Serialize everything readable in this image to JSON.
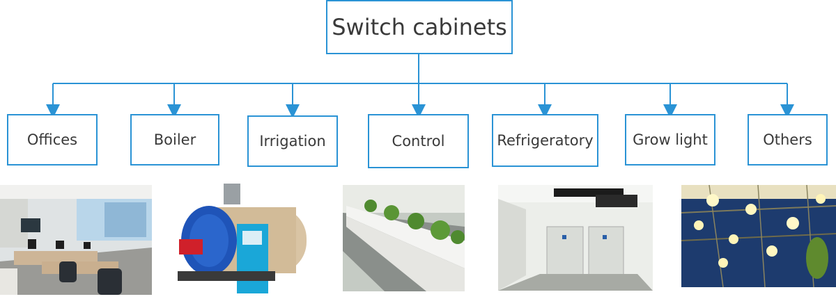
{
  "root": {
    "label": "Switch cabinets"
  },
  "children": [
    {
      "label": "Offices"
    },
    {
      "label": "Boiler"
    },
    {
      "label": "Irrigation"
    },
    {
      "label": "Control"
    },
    {
      "label": "Refrigeratory"
    },
    {
      "label": "Grow light"
    },
    {
      "label": "Others"
    }
  ],
  "photos": [
    {
      "name": "office-photo"
    },
    {
      "name": "boiler-photo"
    },
    {
      "name": "greenhouse-seedling-photo"
    },
    {
      "name": "cold-storage-room-photo"
    },
    {
      "name": "grow-light-greenhouse-photo"
    }
  ],
  "colors": {
    "line": "#2a93d5",
    "text": "#3a3a3a"
  }
}
